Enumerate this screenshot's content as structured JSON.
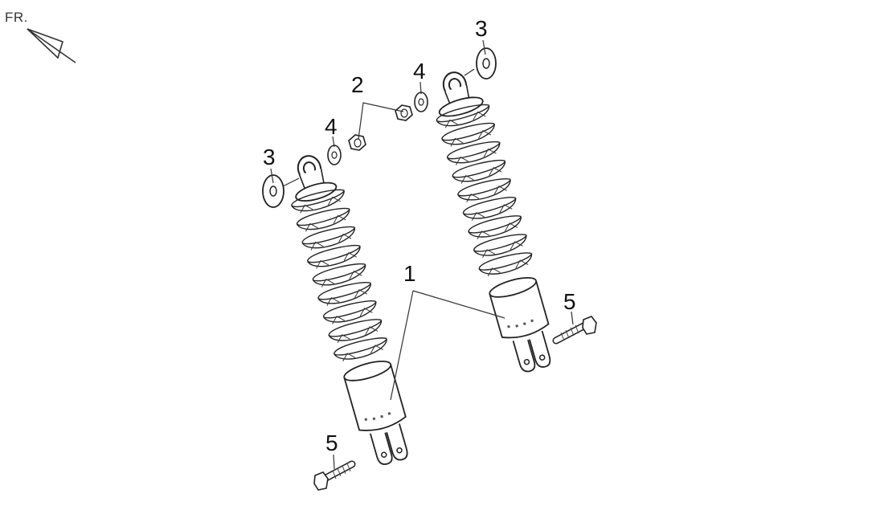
{
  "orientation": {
    "label": "FR."
  },
  "callouts": {
    "shock_absorber": "1",
    "nut": "2",
    "washer_large_right": "3",
    "washer_large_left": "3",
    "washer_small_right": "4",
    "washer_small_left": "4",
    "bolt_right": "5",
    "bolt_left": "5"
  }
}
